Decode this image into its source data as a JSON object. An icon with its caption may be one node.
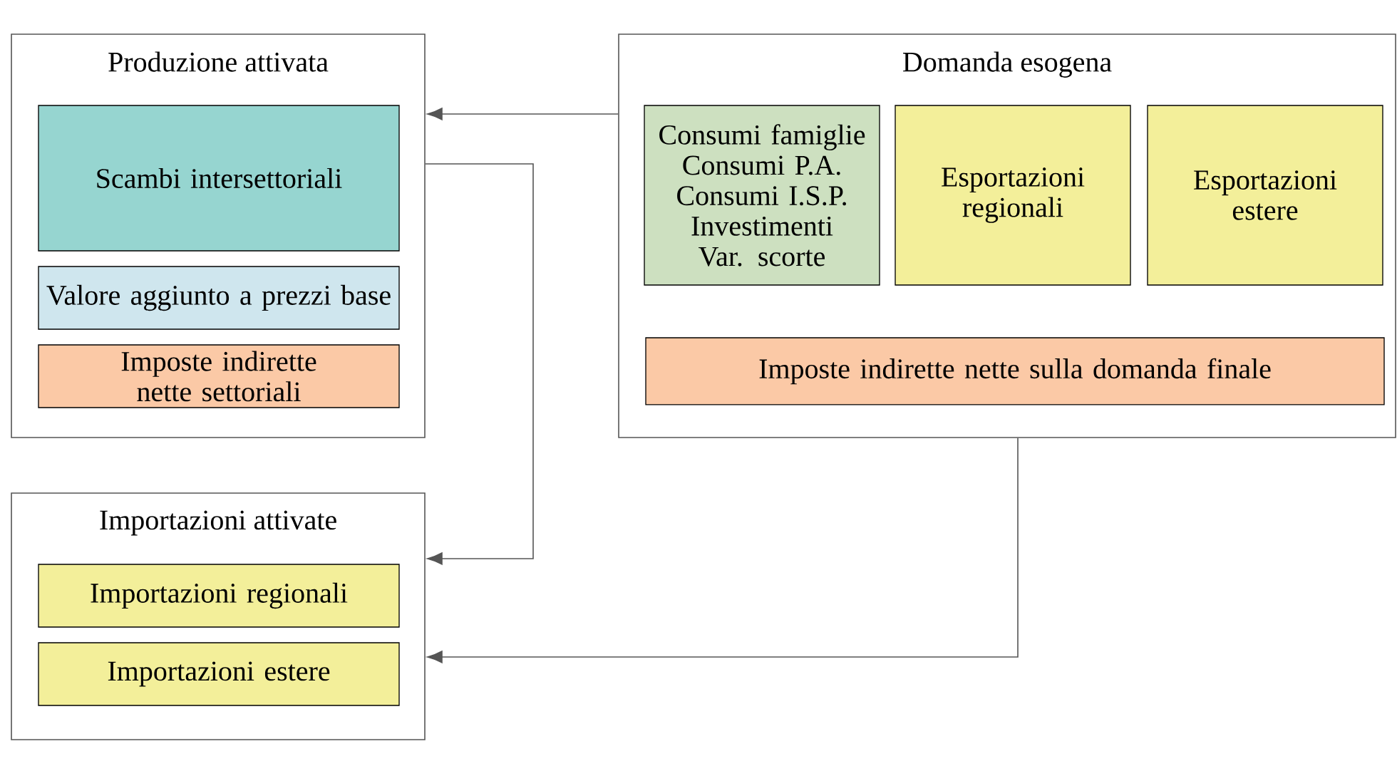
{
  "diagram": {
    "nodes": [
      {
        "text": [
          "Produzione attivata"
        ]
      },
      {
        "text": [
          "Scambi intersettoriali"
        ],
        "in": 0
      },
      {
        "text": [
          "Valore aggiunto a prezzi base"
        ],
        "in": 0
      },
      {
        "text": [
          "Imposte indirette nette settoriali"
        ],
        "in": 0
      },
      {
        "text": [
          "Domanda esogena"
        ]
      },
      {
        "text": [
          "Consumi famiglie",
          "Consumi P.A.",
          "Consumi I.S.P.",
          "Investimenti",
          "Var. scorte"
        ],
        "in": 4
      },
      {
        "text": [
          "Esportazioni regionali"
        ],
        "in": 4
      },
      {
        "text": [
          "Esportazioni estere"
        ],
        "in": 4
      },
      {
        "text": [
          "Imposte indirette nette sulla domanda finale"
        ],
        "in": 4
      },
      {
        "text": [
          "Importazioni attivate"
        ]
      },
      {
        "text": [
          "Importazioni regionali"
        ],
        "in": 9
      },
      {
        "text": [
          "Importazioni estere"
        ],
        "in": 9
      }
    ],
    "edges": [
      {
        "from": 4,
        "to": 0,
        "arrow": "to"
      },
      {
        "from": 0,
        "to": 9,
        "arrow": "to"
      },
      {
        "from": 4,
        "to": 9,
        "arrow": "to"
      }
    ]
  }
}
